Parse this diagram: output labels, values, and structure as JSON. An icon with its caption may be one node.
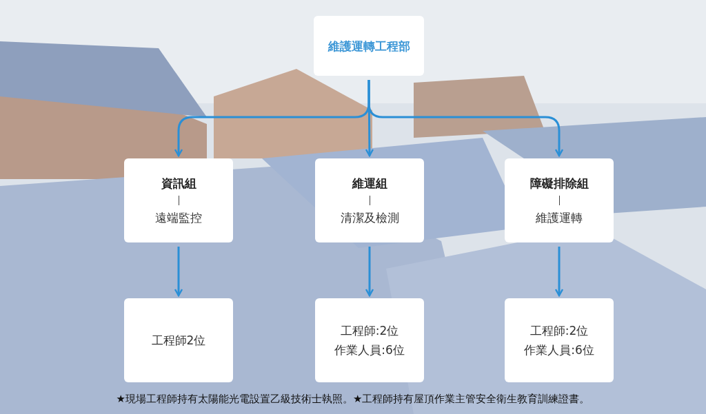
{
  "diagram": {
    "nodes": [
      {
        "text": [
          "維護運轉工程部"
        ]
      },
      {
        "text": [
          "資訊組",
          "遠端監控"
        ]
      },
      {
        "text": [
          "維運組",
          "清潔及檢測"
        ]
      },
      {
        "text": [
          "障礙排除組",
          "維護運轉"
        ]
      },
      {
        "text": [
          "工程師2位"
        ]
      },
      {
        "text": [
          "工程師:2位",
          "作業人員:6位"
        ]
      },
      {
        "text": [
          "工程師:2位",
          "作業人員:6位"
        ]
      }
    ],
    "edges": [
      {
        "from": 0,
        "to": 1,
        "arrow": "to"
      },
      {
        "from": 0,
        "to": 2,
        "arrow": "to"
      },
      {
        "from": 0,
        "to": 3,
        "arrow": "to"
      },
      {
        "from": 1,
        "to": 4,
        "arrow": "to"
      },
      {
        "from": 2,
        "to": 5,
        "arrow": "to"
      },
      {
        "from": 3,
        "to": 6,
        "arrow": "to"
      }
    ],
    "labels": [
      "★現場工程師持有太陽能光電設置乙級技術士執照。★工程師持有屋頂作業主管安全衛生教育訓練證書。"
    ]
  }
}
